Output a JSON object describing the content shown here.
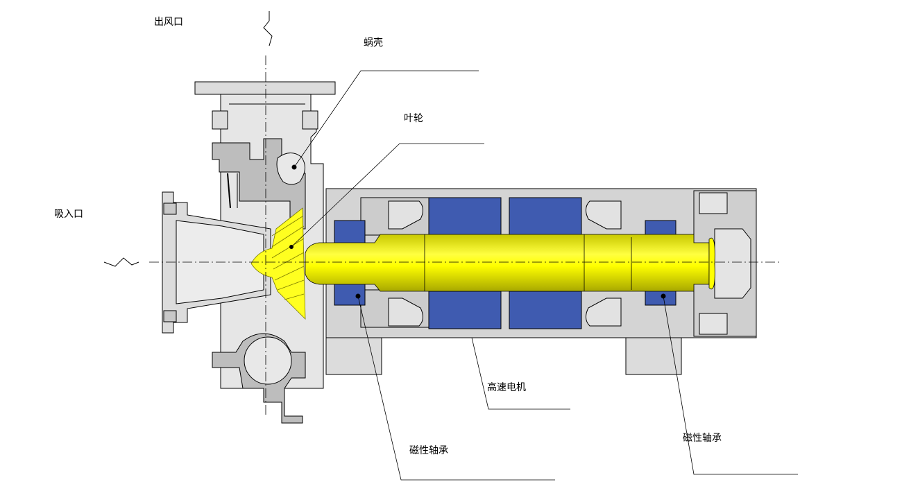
{
  "labels": {
    "outlet": "出风口",
    "volute": "蜗壳",
    "impeller": "叶轮",
    "inlet": "吸入口",
    "motor": "高速电机",
    "bearing_left": "磁性轴承",
    "bearing_right": "磁性轴承"
  },
  "colors": {
    "housing": "#dcdcdc",
    "housing_dark": "#b8b8b8",
    "shaft": "#ffff00",
    "shaft_shade": "#c8c800",
    "magnet": "#3f5bb0",
    "outline": "#000000"
  }
}
